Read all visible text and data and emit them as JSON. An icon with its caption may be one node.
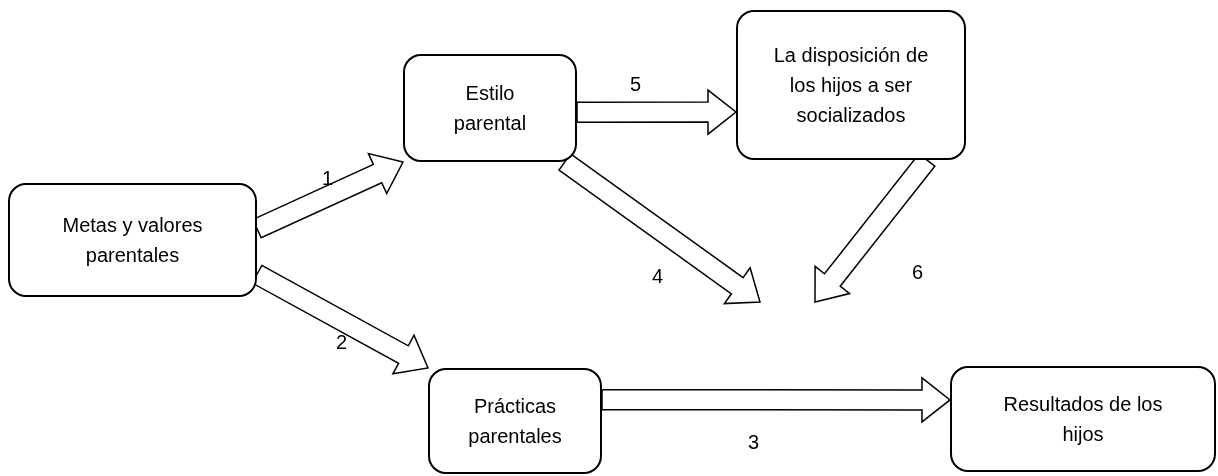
{
  "diagram": {
    "nodes": [
      {
        "text": [
          "Metas y valores parentales"
        ]
      },
      {
        "text": [
          "Estilo parental"
        ]
      },
      {
        "text": [
          "La disposición de los hijos a ser socializados"
        ]
      },
      {
        "text": [
          "Prácticas parentales"
        ]
      },
      {
        "text": [
          "Resultados de los hijos"
        ]
      }
    ],
    "edges": [
      {
        "from": 0,
        "to": 1,
        "arrow": "to",
        "label": "1"
      },
      {
        "from": 0,
        "to": 3,
        "arrow": "to",
        "label": "2"
      },
      {
        "from": 1,
        "to": 2,
        "arrow": "to",
        "label": "5"
      },
      {
        "from": 1,
        "to": null,
        "arrow": "to",
        "label": "4"
      },
      {
        "from": 2,
        "to": null,
        "arrow": "to",
        "label": "6"
      },
      {
        "from": 3,
        "to": 4,
        "arrow": "to",
        "label": "3"
      }
    ]
  }
}
